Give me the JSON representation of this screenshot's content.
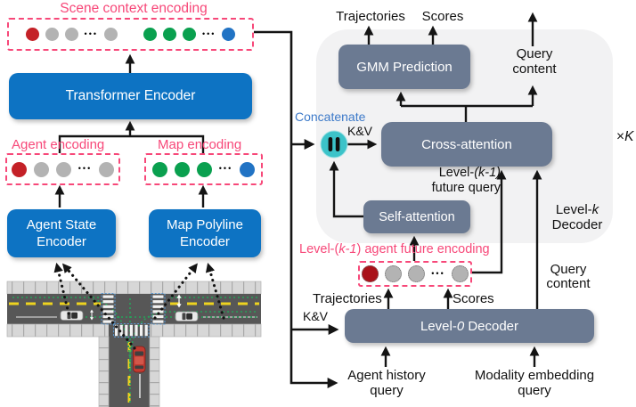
{
  "colors": {
    "box_blue": "#0d73c3",
    "box_slate": "#6b7a92",
    "panel_gray": "#f2f2f3",
    "pink": "#f74879",
    "teal_concat": "#3cc3c9",
    "concat_text_blue": "#3d7ac9",
    "arrow_black": "#141414",
    "tokens": {
      "red": "#c42127",
      "gray": "#b3b3b3",
      "green": "#0aa04f",
      "blue": "#2173c4",
      "darkred": "#a91219"
    }
  },
  "left": {
    "scene_title": "Scene context encoding",
    "scene_tokens": [
      "red",
      "gray",
      "gray",
      "dots",
      "gray",
      "gap",
      "green",
      "green",
      "green",
      "dots",
      "blue"
    ],
    "transformer_label": "Transformer Encoder",
    "agent_title": "Agent encoding",
    "agent_tokens": [
      "red",
      "gray",
      "gray",
      "dots",
      "gray"
    ],
    "map_title": "Map encoding",
    "map_tokens": [
      "green",
      "green",
      "green",
      "dots",
      "blue"
    ],
    "agent_encoder_line1": "Agent State",
    "agent_encoder_line2": "Encoder",
    "map_encoder_line1": "Map Polyline",
    "map_encoder_line2": "Encoder"
  },
  "decoder": {
    "trajectories_out": "Trajectories",
    "scores_out": "Scores",
    "gmm_label": "GMM Prediction",
    "query_content_out_1": "Query",
    "query_content_out_2": "content",
    "concatenate_label": "Concatenate",
    "kv_top": "K&V",
    "cross_attention_label": "Cross-attention",
    "times_prefix": "×",
    "times_k": "K",
    "future_query_pre": "Level-",
    "future_query_k": "(k-1)",
    "future_query_line2": "future query",
    "self_attention_label": "Self-attention",
    "level_k_pre": "Level-",
    "level_k_k": "k",
    "level_k_line2": "Decoder",
    "future_enc_pre": "Level-(",
    "future_enc_k": "k-1",
    "future_enc_post": ") agent future encoding",
    "future_tokens": [
      "darkred_d",
      "gray_d",
      "gray_d",
      "dots",
      "gray_d"
    ],
    "trajectories_in": "Trajectories",
    "scores_in": "Scores",
    "kv_bottom": "K&V",
    "query_content_right_1": "Query",
    "query_content_right_2": "content",
    "level0_pre": "Level-",
    "level0_zero": "0",
    "level0_post": " Decoder",
    "agent_history_1": "Agent history",
    "agent_history_2": "query",
    "modality_1": "Modality embedding",
    "modality_2": "query"
  }
}
